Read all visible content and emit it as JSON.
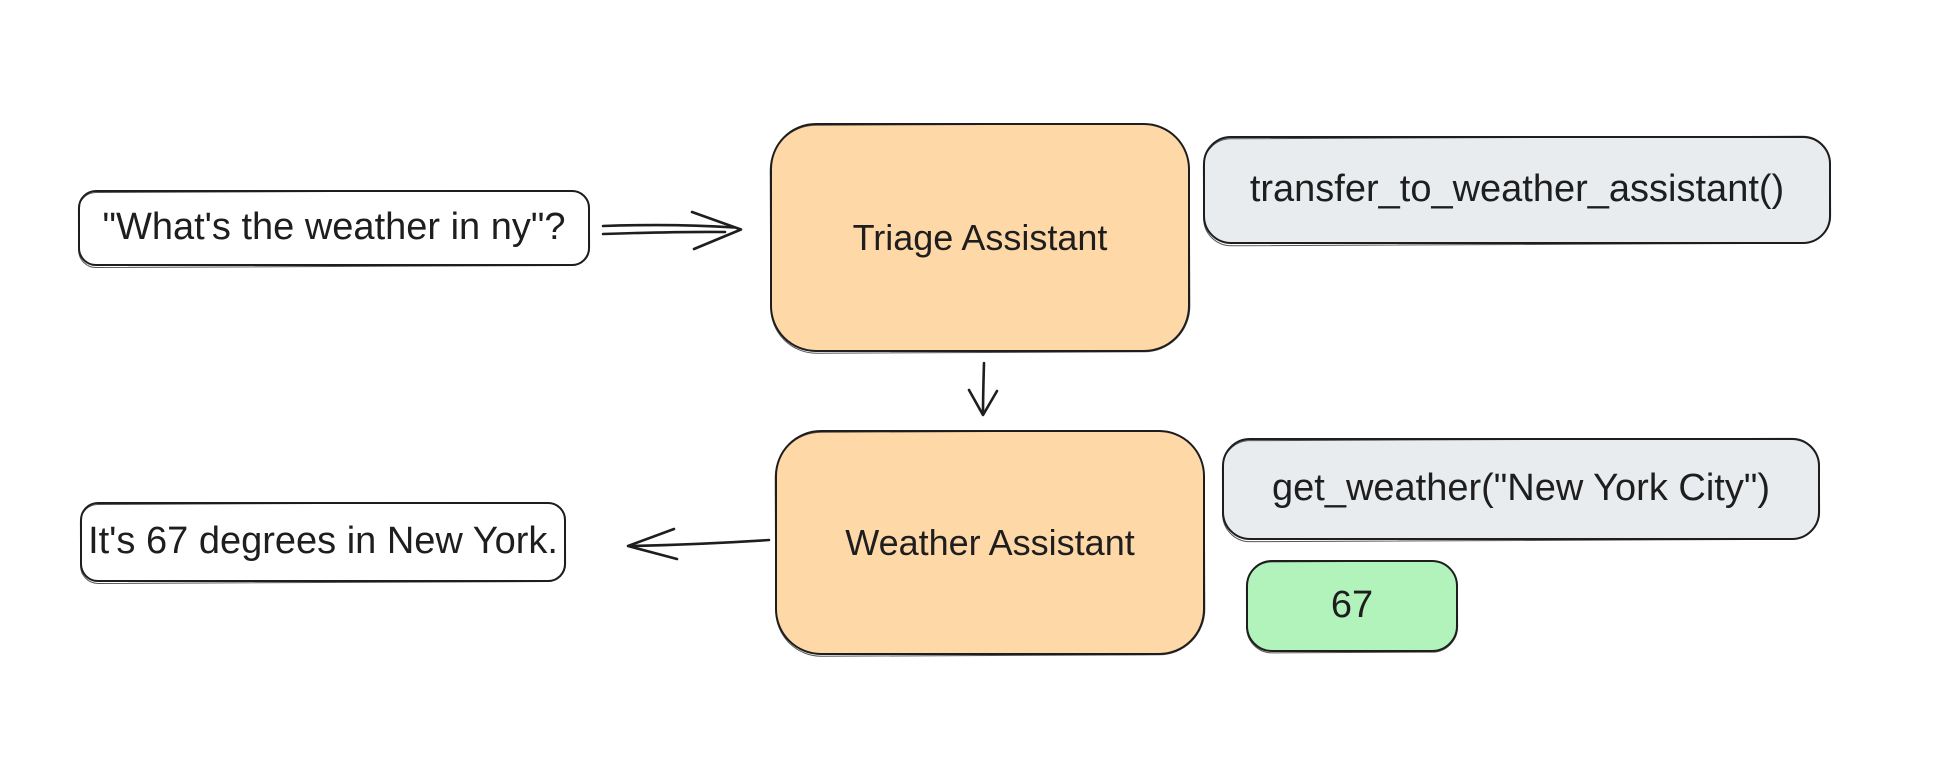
{
  "colors": {
    "stroke": "#1e1e1e",
    "text": "#1e1e1e",
    "agent_fill": "#ffd8a8",
    "tool_fill": "#e9ecef",
    "result_fill": "#b2f2bb",
    "message_fill": "#ffffff"
  },
  "diagram": {
    "user_message": {
      "label": "\"What's the weather in ny\"?"
    },
    "triage_assistant": {
      "label": "Triage Assistant"
    },
    "transfer_tool_call": {
      "label": "transfer_to_weather_assistant()"
    },
    "weather_assistant": {
      "label": "Weather Assistant"
    },
    "get_weather_tool_call": {
      "label": "get_weather(\"New York City\")"
    },
    "tool_result": {
      "label": "67"
    },
    "assistant_reply": {
      "label": "It's 67 degrees in New York."
    }
  }
}
